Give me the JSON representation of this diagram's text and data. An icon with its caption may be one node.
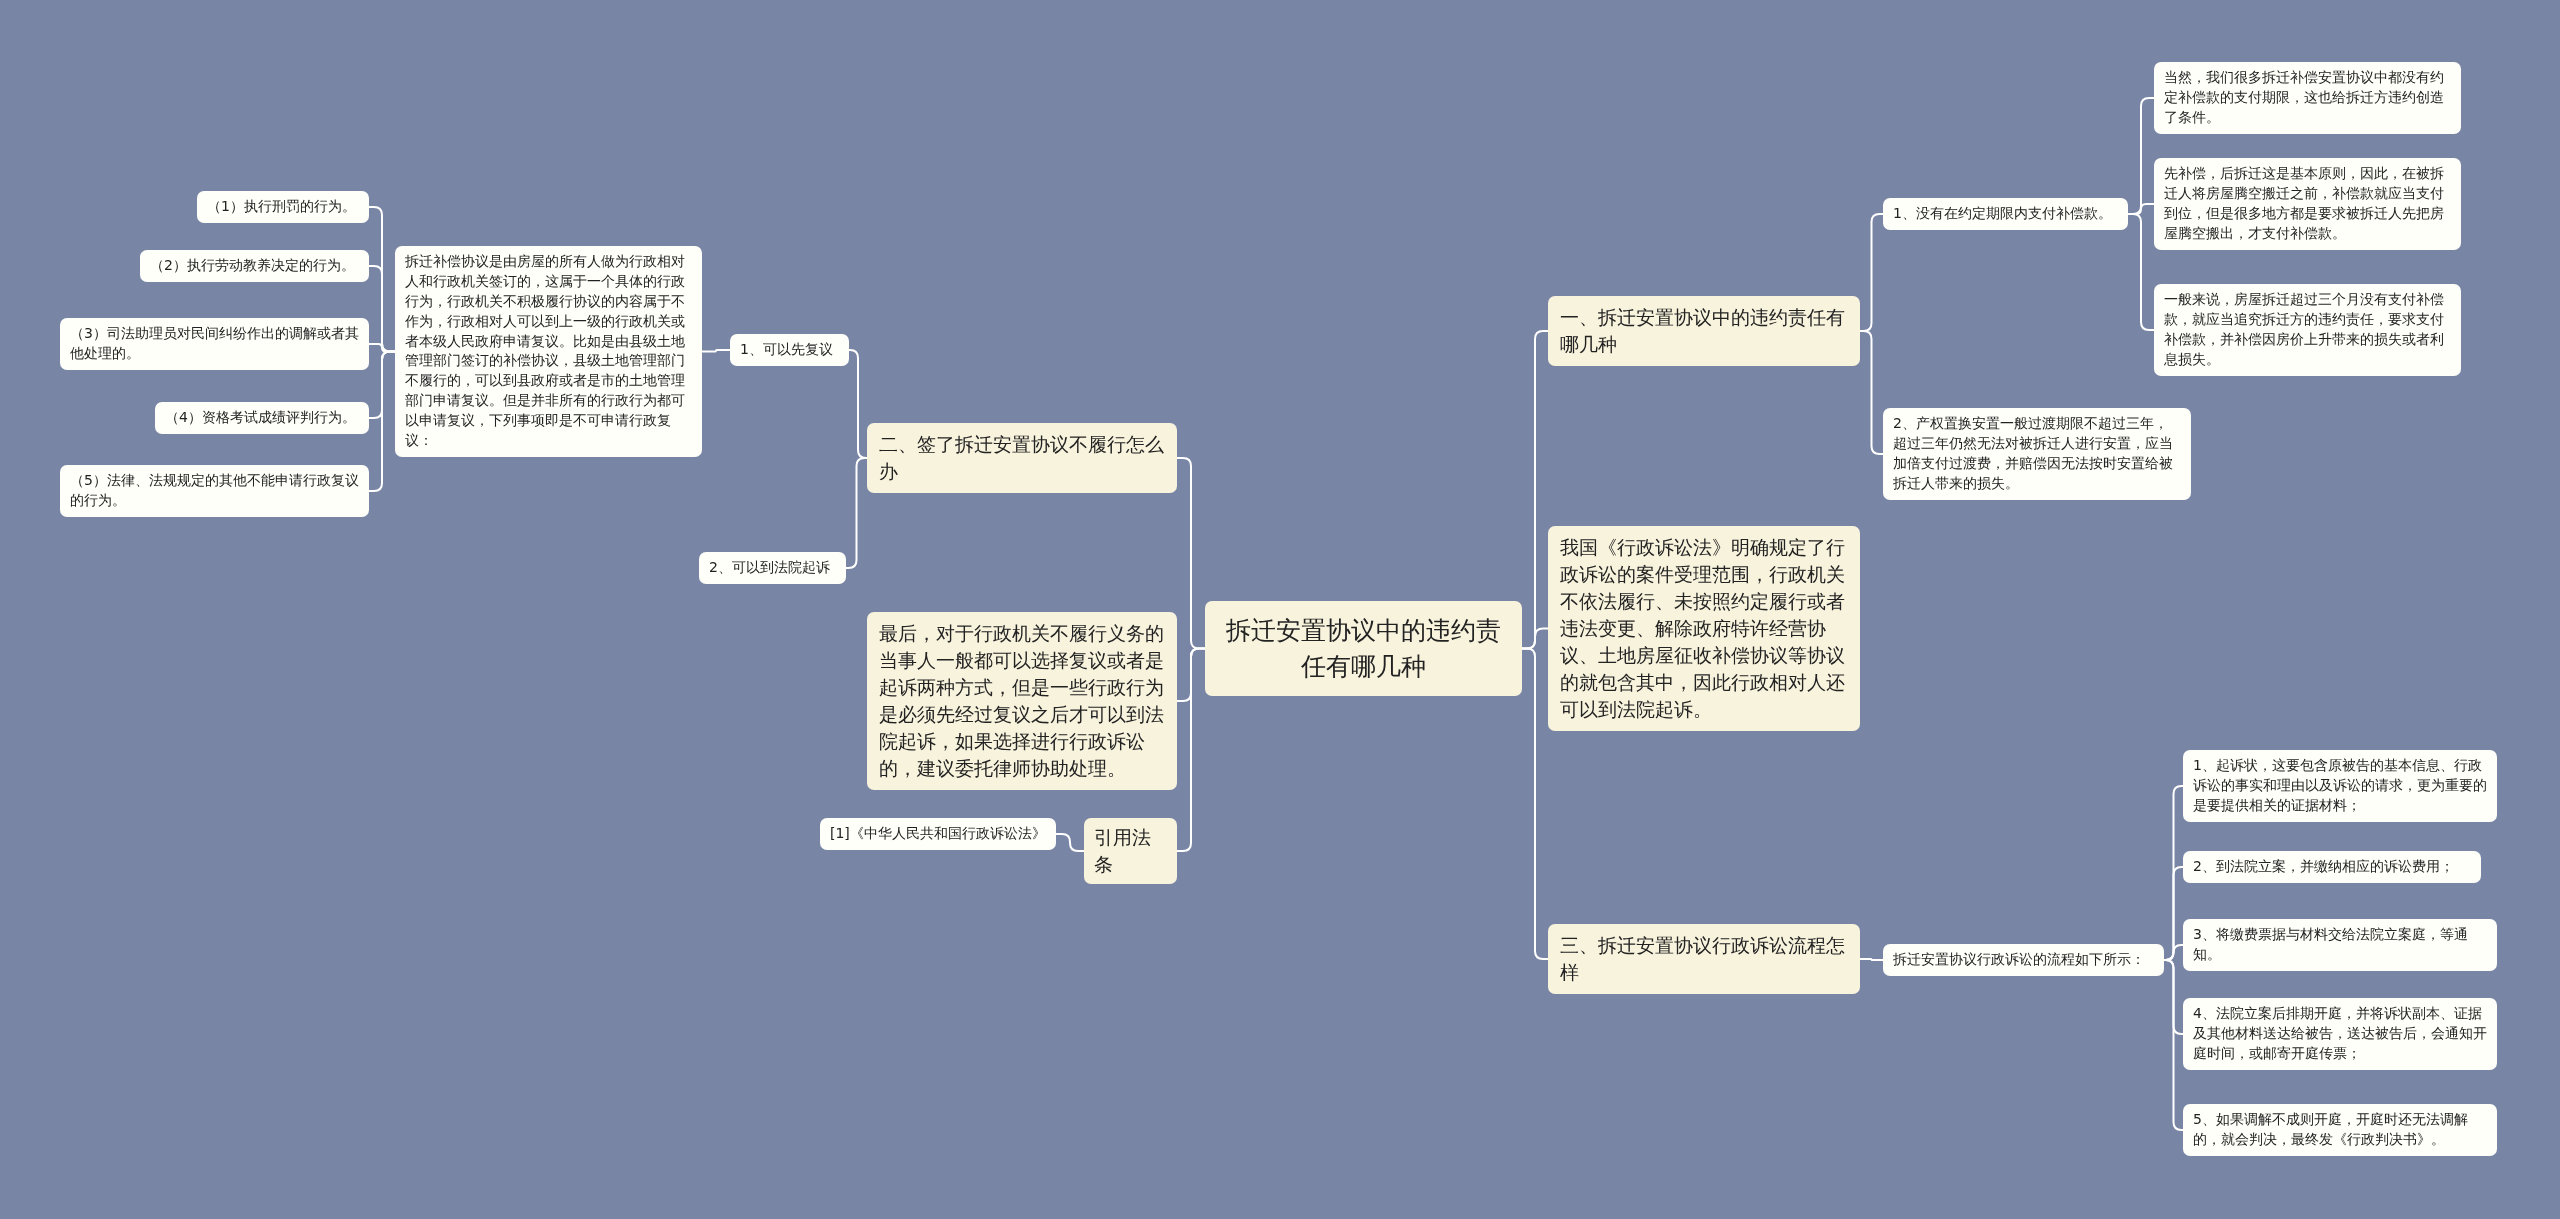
{
  "diagram": {
    "nodes": [
      {
        "text": [
          "拆迁安置协议中的违约责任有哪几种"
        ]
      },
      {
        "text": [
          "一、拆迁安置协议中的违约责任有哪几种"
        ]
      },
      {
        "text": [
          "1、没有在约定期限内支付补偿款。"
        ]
      },
      {
        "text": [
          "当然，我们很多拆迁补偿安置协议中都没有约定补偿款的支付期限，这也给拆迁方违约创造了条件。"
        ]
      },
      {
        "text": [
          "先补偿，后拆迁这是基本原则，因此，在被拆迁人将房屋腾空搬迁之前，补偿款就应当支付到位，但是很多地方都是要求被拆迁人先把房屋腾空搬出，才支付补偿款。"
        ]
      },
      {
        "text": [
          "一般来说，房屋拆迁超过三个月没有支付补偿款，就应当追究拆迁方的违约责任，要求支付补偿款，并补偿因房价上升带来的损失或者利息损失。"
        ]
      },
      {
        "text": [
          "2、产权置换安置一般过渡期限不超过三年，超过三年仍然无法对被拆迁人进行安置，应当加倍支付过渡费，并赔偿因无法按时安置给被拆迁人带来的损失。"
        ]
      },
      {
        "text": [
          "我国《行政诉讼法》明确规定了行政诉讼的案件受理范围，行政机关不依法履行、未按照约定履行或者违法变更、解除政府特许经营协议、土地房屋征收补偿协议等协议的就包含其中，因此行政相对人还可以到法院起诉。"
        ]
      },
      {
        "text": [
          "三、拆迁安置协议行政诉讼流程怎样"
        ]
      },
      {
        "text": [
          "拆迁安置协议行政诉讼的流程如下所示："
        ]
      },
      {
        "text": [
          "1、起诉状，这要包含原被告的基本信息、行政诉讼的事实和理由以及诉讼的请求，更为重要的是要提供相关的证据材料；"
        ]
      },
      {
        "text": [
          "2、到法院立案，并缴纳相应的诉讼费用；"
        ]
      },
      {
        "text": [
          "3、将缴费票据与材料交给法院立案庭，等通知。"
        ]
      },
      {
        "text": [
          "4、法院立案后排期开庭，并将诉状副本、证据及其他材料送达给被告，送达被告后，会通知开庭时间，或邮寄开庭传票；"
        ]
      },
      {
        "text": [
          "5、如果调解不成则开庭，开庭时还无法调解的，就会判决，最终发《行政判决书》。"
        ]
      },
      {
        "text": [
          "二、签了拆迁安置协议不履行怎么办"
        ]
      },
      {
        "text": [
          "1、可以先复议"
        ]
      },
      {
        "text": [
          "拆迁补偿协议是由房屋的所有人做为行政相对人和行政机关签订的，这属于一个具体的行政行为，行政机关不积极履行协议的内容属于不作为，行政相对人可以到上一级的行政机关或者本级人民政府申请复议。比如是由县级土地管理部门签订的补偿协议，县级土地管理部门不履行的，可以到县政府或者是市的土地管理部门申请复议。但是并非所有的行政行为都可以申请复议，下列事项即是不可申请行政复议："
        ]
      },
      {
        "text": [
          "（1）执行刑罚的行为。"
        ]
      },
      {
        "text": [
          "（2）执行劳动教养决定的行为。"
        ]
      },
      {
        "text": [
          "（3）司法助理员对民间纠纷作出的调解或者其他处理的。"
        ]
      },
      {
        "text": [
          "（4）资格考试成绩评判行为。"
        ]
      },
      {
        "text": [
          "（5）法律、法规规定的其他不能申请行政复议的行为。"
        ]
      },
      {
        "text": [
          "2、可以到法院起诉"
        ]
      },
      {
        "text": [
          "最后，对于行政机关不履行义务的当事人一般都可以选择复议或者是起诉两种方式，但是一些行政行为是必须先经过复议之后才可以到法院起诉，如果选择进行行政诉讼的，建议委托律师协助处理。"
        ]
      },
      {
        "text": [
          "引用法条"
        ]
      },
      {
        "text": [
          "[1]《中华人民共和国行政诉讼法》"
        ]
      }
    ],
    "edges": [
      {
        "from": 0,
        "to": 1,
        "arrow": "none"
      },
      {
        "from": 1,
        "to": 2,
        "arrow": "none"
      },
      {
        "from": 2,
        "to": 3,
        "arrow": "none"
      },
      {
        "from": 2,
        "to": 4,
        "arrow": "none"
      },
      {
        "from": 2,
        "to": 5,
        "arrow": "none"
      },
      {
        "from": 1,
        "to": 6,
        "arrow": "none"
      },
      {
        "from": 0,
        "to": 7,
        "arrow": "none"
      },
      {
        "from": 0,
        "to": 8,
        "arrow": "none"
      },
      {
        "from": 8,
        "to": 9,
        "arrow": "none"
      },
      {
        "from": 9,
        "to": 10,
        "arrow": "none"
      },
      {
        "from": 9,
        "to": 11,
        "arrow": "none"
      },
      {
        "from": 9,
        "to": 12,
        "arrow": "none"
      },
      {
        "from": 9,
        "to": 13,
        "arrow": "none"
      },
      {
        "from": 9,
        "to": 14,
        "arrow": "none"
      },
      {
        "from": 0,
        "to": 15,
        "arrow": "none"
      },
      {
        "from": 15,
        "to": 16,
        "arrow": "none"
      },
      {
        "from": 16,
        "to": 17,
        "arrow": "none"
      },
      {
        "from": 17,
        "to": 18,
        "arrow": "none"
      },
      {
        "from": 17,
        "to": 19,
        "arrow": "none"
      },
      {
        "from": 17,
        "to": 20,
        "arrow": "none"
      },
      {
        "from": 17,
        "to": 21,
        "arrow": "none"
      },
      {
        "from": 17,
        "to": 22,
        "arrow": "none"
      },
      {
        "from": 15,
        "to": 23,
        "arrow": "none"
      },
      {
        "from": 0,
        "to": 24,
        "arrow": "none"
      },
      {
        "from": 0,
        "to": 25,
        "arrow": "none"
      },
      {
        "from": 25,
        "to": 26,
        "arrow": "none"
      }
    ]
  }
}
